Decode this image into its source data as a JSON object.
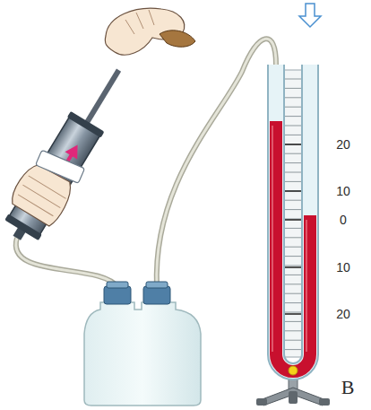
{
  "diagram": {
    "labels": [
      "20",
      "10",
      "0",
      "10",
      "20",
      "B"
    ]
  }
}
